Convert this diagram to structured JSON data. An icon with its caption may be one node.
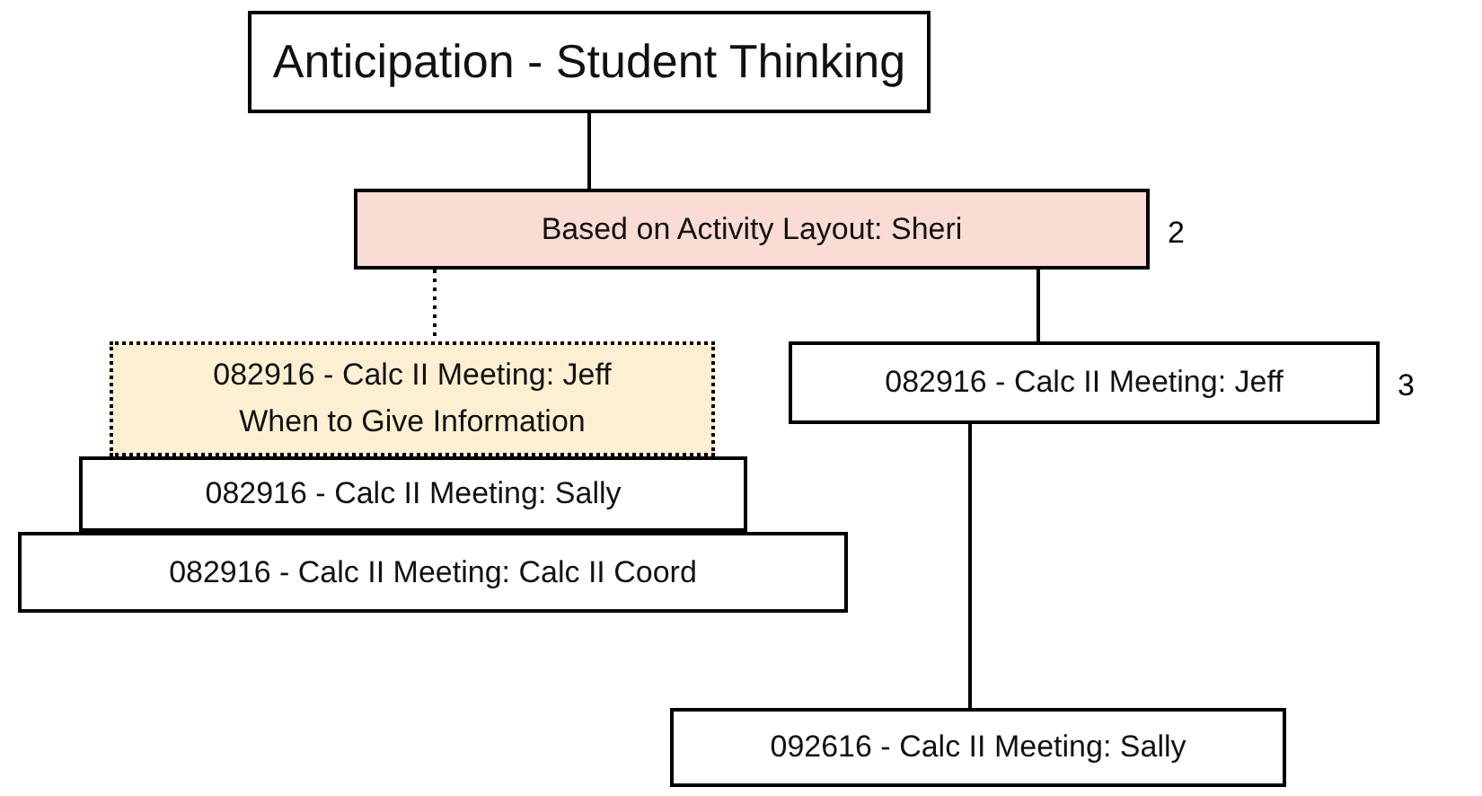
{
  "diagram": {
    "nodes": [
      {
        "text": [
          "Anticipation - Student Thinking"
        ]
      },
      {
        "text": [
          "Based on Activity Layout: Sheri"
        ],
        "beside": [
          "2"
        ]
      },
      {
        "text": [
          "082916 - Calc II Meeting: Jeff",
          "When to Give Information"
        ]
      },
      {
        "text": [
          "082916 - Calc II Meeting: Sally"
        ]
      },
      {
        "text": [
          "082916 - Calc II Meeting: Calc II Coord"
        ]
      },
      {
        "text": [
          "082916 - Calc II Meeting: Jeff"
        ],
        "beside": [
          "3"
        ]
      },
      {
        "text": [
          "092616 - Calc II Meeting: Sally"
        ]
      }
    ],
    "edges": [
      {
        "from": 0,
        "to": 1,
        "arrow": "none"
      },
      {
        "from": 1,
        "to": 2,
        "arrow": "none",
        "style": "dashed"
      },
      {
        "from": 1,
        "to": 5,
        "arrow": "none"
      },
      {
        "from": 5,
        "to": 6,
        "arrow": "none"
      }
    ]
  }
}
